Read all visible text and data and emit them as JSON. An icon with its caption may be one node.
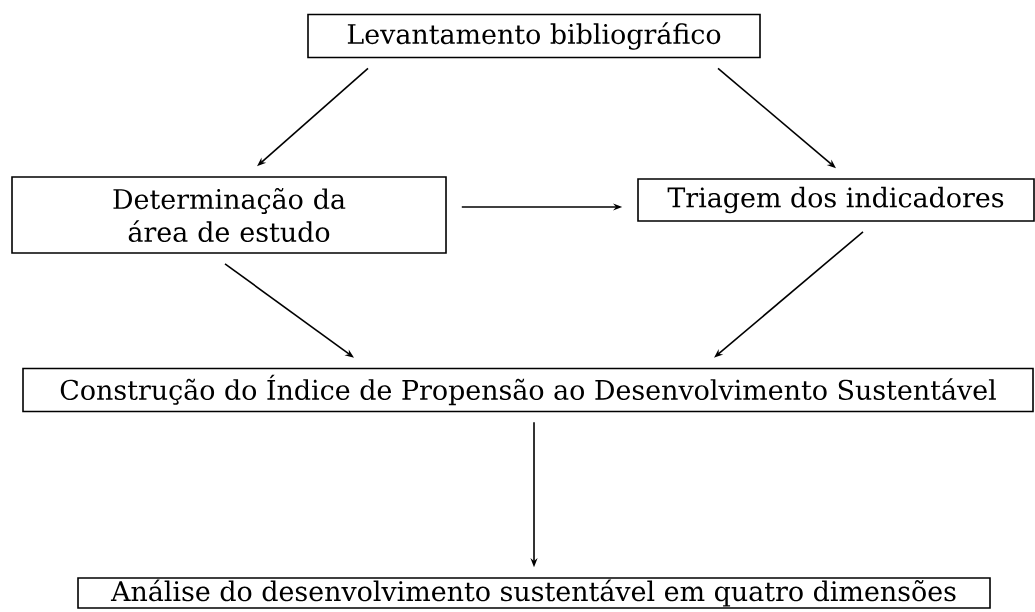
{
  "diagram": {
    "nodes": [
      {
        "text": [
          "Levantamento bibliográfico"
        ]
      },
      {
        "text": [
          "Determinação da área de estudo"
        ]
      },
      {
        "text": [
          "Triagem dos indicadores"
        ]
      },
      {
        "text": [
          "Construção do Índice de Propensão ao Desenvolvimento Sustentável"
        ]
      },
      {
        "text": [
          "Análise do desenvolvimento sustentável em quatro dimensões"
        ]
      }
    ],
    "edges": [
      {
        "from": 0,
        "to": 1,
        "arrow": "to"
      },
      {
        "from": 0,
        "to": 2,
        "arrow": "to"
      },
      {
        "from": 1,
        "to": 2,
        "arrow": "to"
      },
      {
        "from": 1,
        "to": 3,
        "arrow": "to"
      },
      {
        "from": 2,
        "to": 3,
        "arrow": "to"
      },
      {
        "from": 3,
        "to": 4,
        "arrow": "to"
      }
    ]
  }
}
